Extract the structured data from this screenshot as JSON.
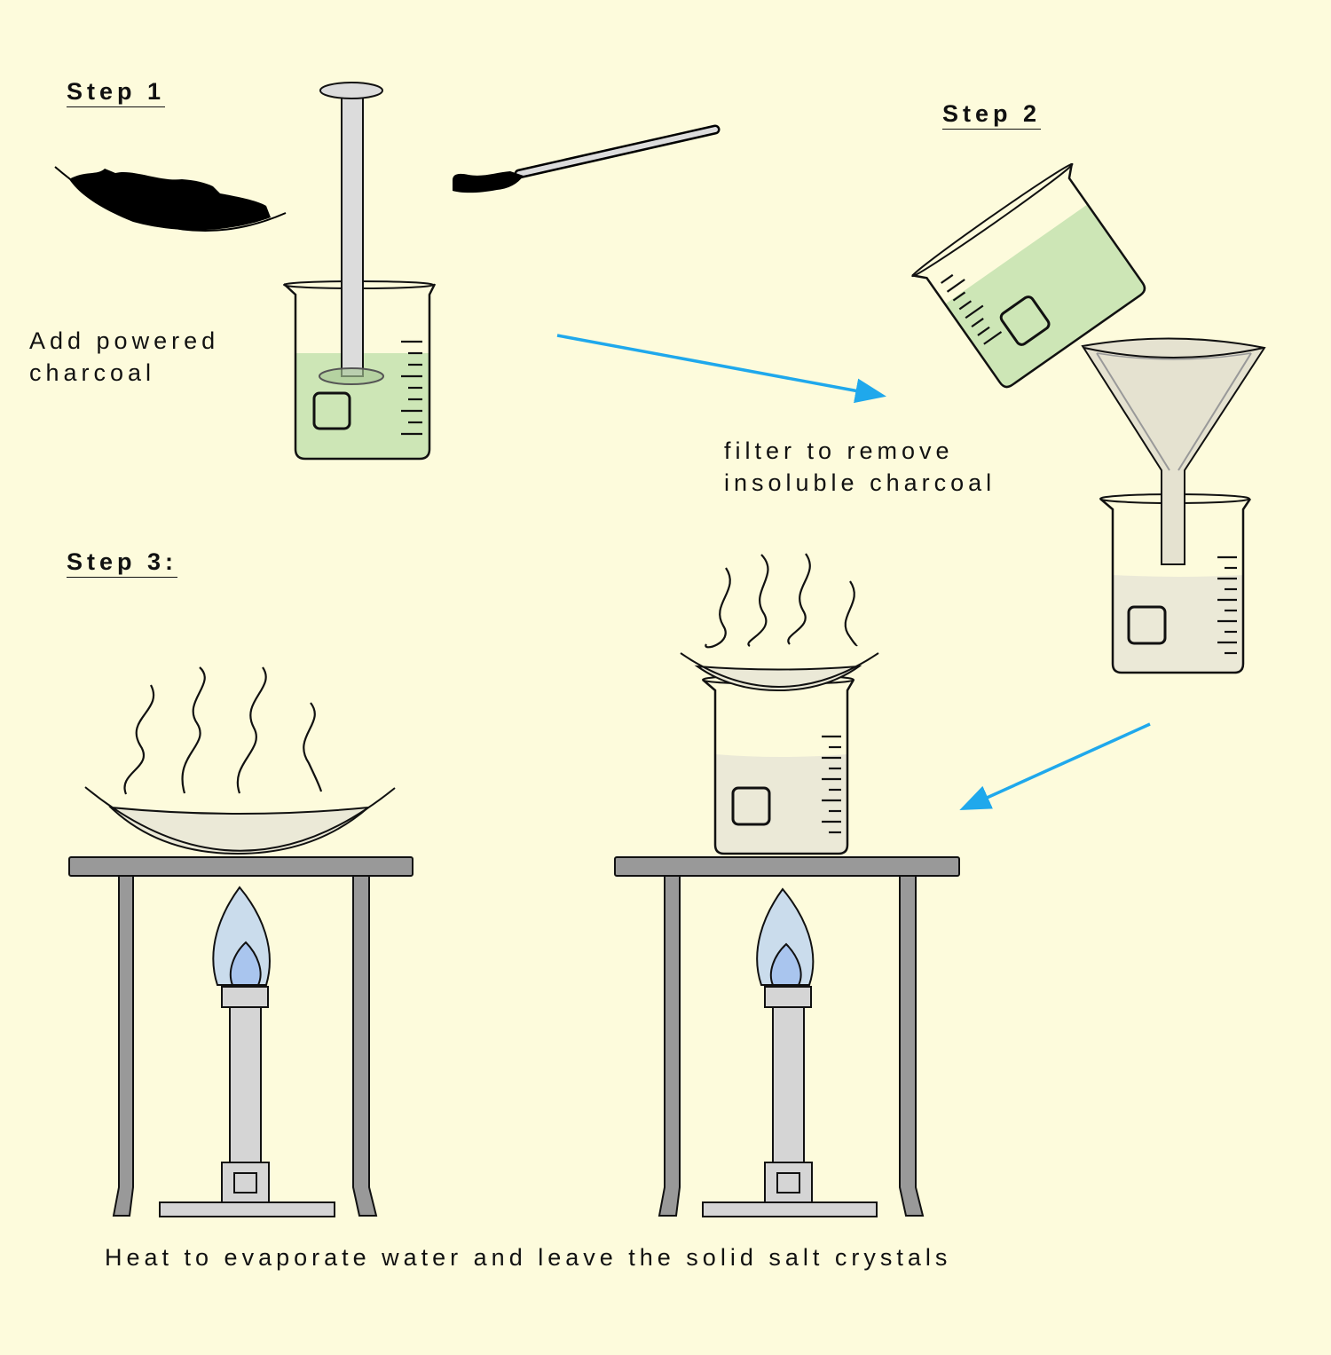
{
  "steps": {
    "step1": {
      "heading": "Step 1",
      "text_line1": "Add powered",
      "text_line2": "charcoal"
    },
    "step2": {
      "heading": "Step 2",
      "text_line1": "filter to remove",
      "text_line2": "insoluble charcoal"
    },
    "step3": {
      "heading": "Step 3:",
      "text": "Heat to evaporate water and leave the solid salt crystals"
    }
  },
  "colors": {
    "background": "#fdfbdc",
    "green_solution": "#cde6b6",
    "filtrate": "#ebe9d7",
    "arrow": "#1fa8ec",
    "flame_outer": "#cadcec",
    "flame_inner": "#a9c5ee",
    "metal": "#999999",
    "glass_rod": "#dcdcdc"
  },
  "icons": [
    "charcoal-icon",
    "spatula-icon",
    "beaker-icon",
    "stirring-rod-icon",
    "funnel-icon",
    "arrow-icon",
    "tripod-icon",
    "bunsen-burner-icon",
    "flame-icon",
    "evaporating-dish-icon",
    "steam-icon"
  ]
}
